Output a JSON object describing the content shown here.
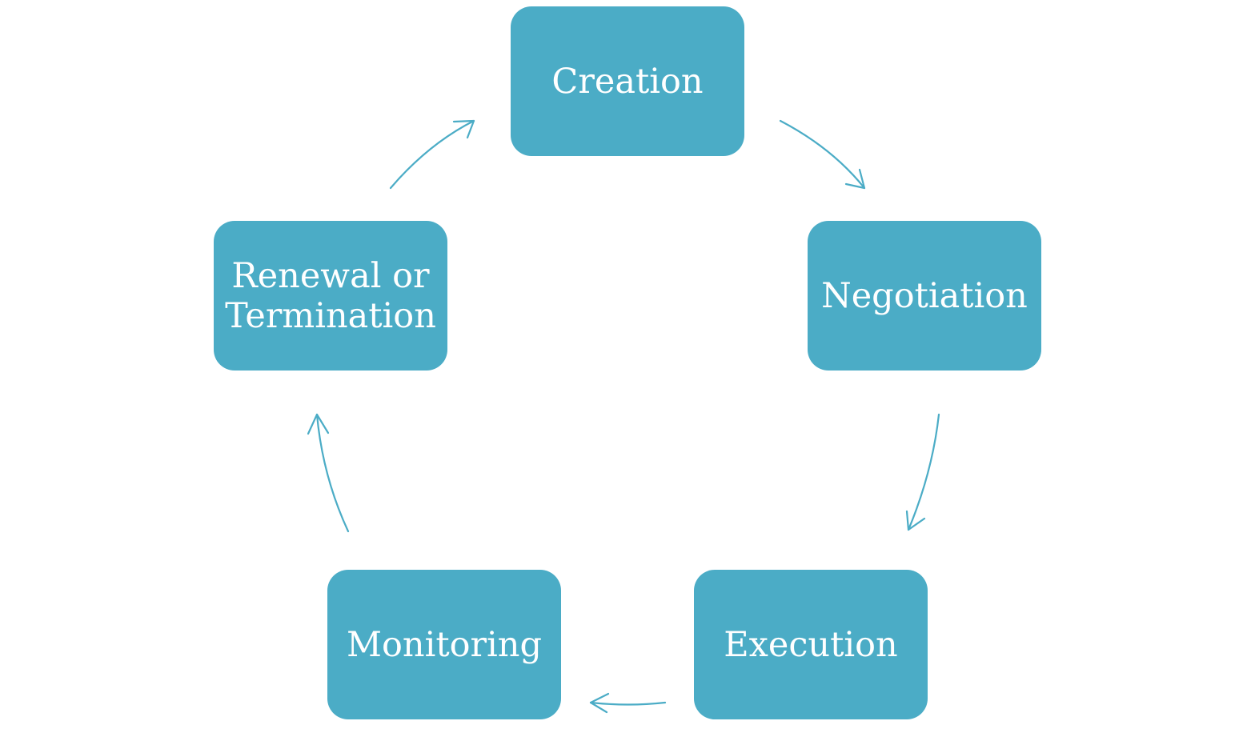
{
  "diagram": {
    "stages": [
      {
        "id": "creation",
        "label": "Creation"
      },
      {
        "id": "negotiation",
        "label": "Negotiation"
      },
      {
        "id": "execution",
        "label": "Execution"
      },
      {
        "id": "monitoring",
        "label": "Monitoring"
      },
      {
        "id": "renewal",
        "label": "Renewal or\nTermination"
      }
    ],
    "colors": {
      "box_fill": "#4bacc6",
      "box_text": "#ffffff",
      "arrow": "#4bacc6",
      "background": "#ffffff"
    }
  }
}
